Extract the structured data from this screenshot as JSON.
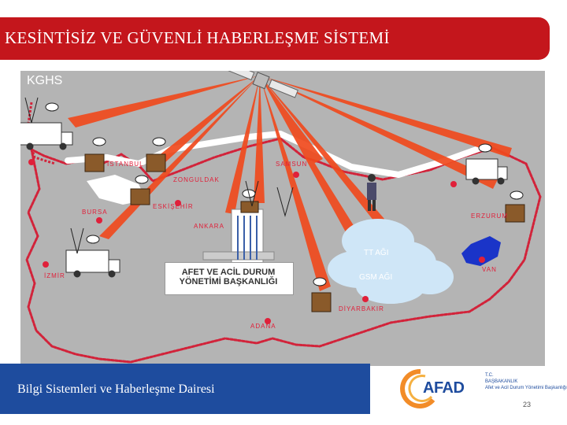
{
  "header": {
    "title": "KESİNTİSİZ VE GÜVENLİ HABERLEŞME SİSTEMİ"
  },
  "map": {
    "label": "KGHS",
    "cities": {
      "istanbul": "İSTANBUL",
      "samsun": "SAMSUN",
      "zonguldak": "ZONGULDAK",
      "bursa": "BURSA",
      "eskisehir": "ESKİŞEHİR",
      "ankara": "ANKARA",
      "erzurum": "ERZURUM",
      "izmir": "İZMİR",
      "van": "VAN",
      "diyarbakir": "DİYARBAKIR",
      "adana": "ADANA"
    },
    "networks": {
      "tt": "TT AĞI",
      "gsm": "GSM AĞI"
    },
    "headquarters": {
      "line1": "AFET VE ACİL DURUM",
      "line2": "YÖNETİMİ BAŞKANLIĞI"
    }
  },
  "footer": {
    "department": "Bilgi Sistemleri ve Haberleşme Dairesi",
    "logo_word": "AFAD",
    "logo_line1": "T.C.",
    "logo_line2": "BAŞBAKANLIK",
    "logo_line3": "Afet ve Acil Durum Yönetimi Başkanlığı",
    "page_number": "23"
  },
  "colors": {
    "title_bar": "#c4161c",
    "footer_bar": "#1e4c9e",
    "map_background": "#b4b4b4",
    "border_line": "#d2233a",
    "signal_beam": "#f04a1e",
    "cloud": "#cfe6f7",
    "city_label": "#e0203a"
  }
}
